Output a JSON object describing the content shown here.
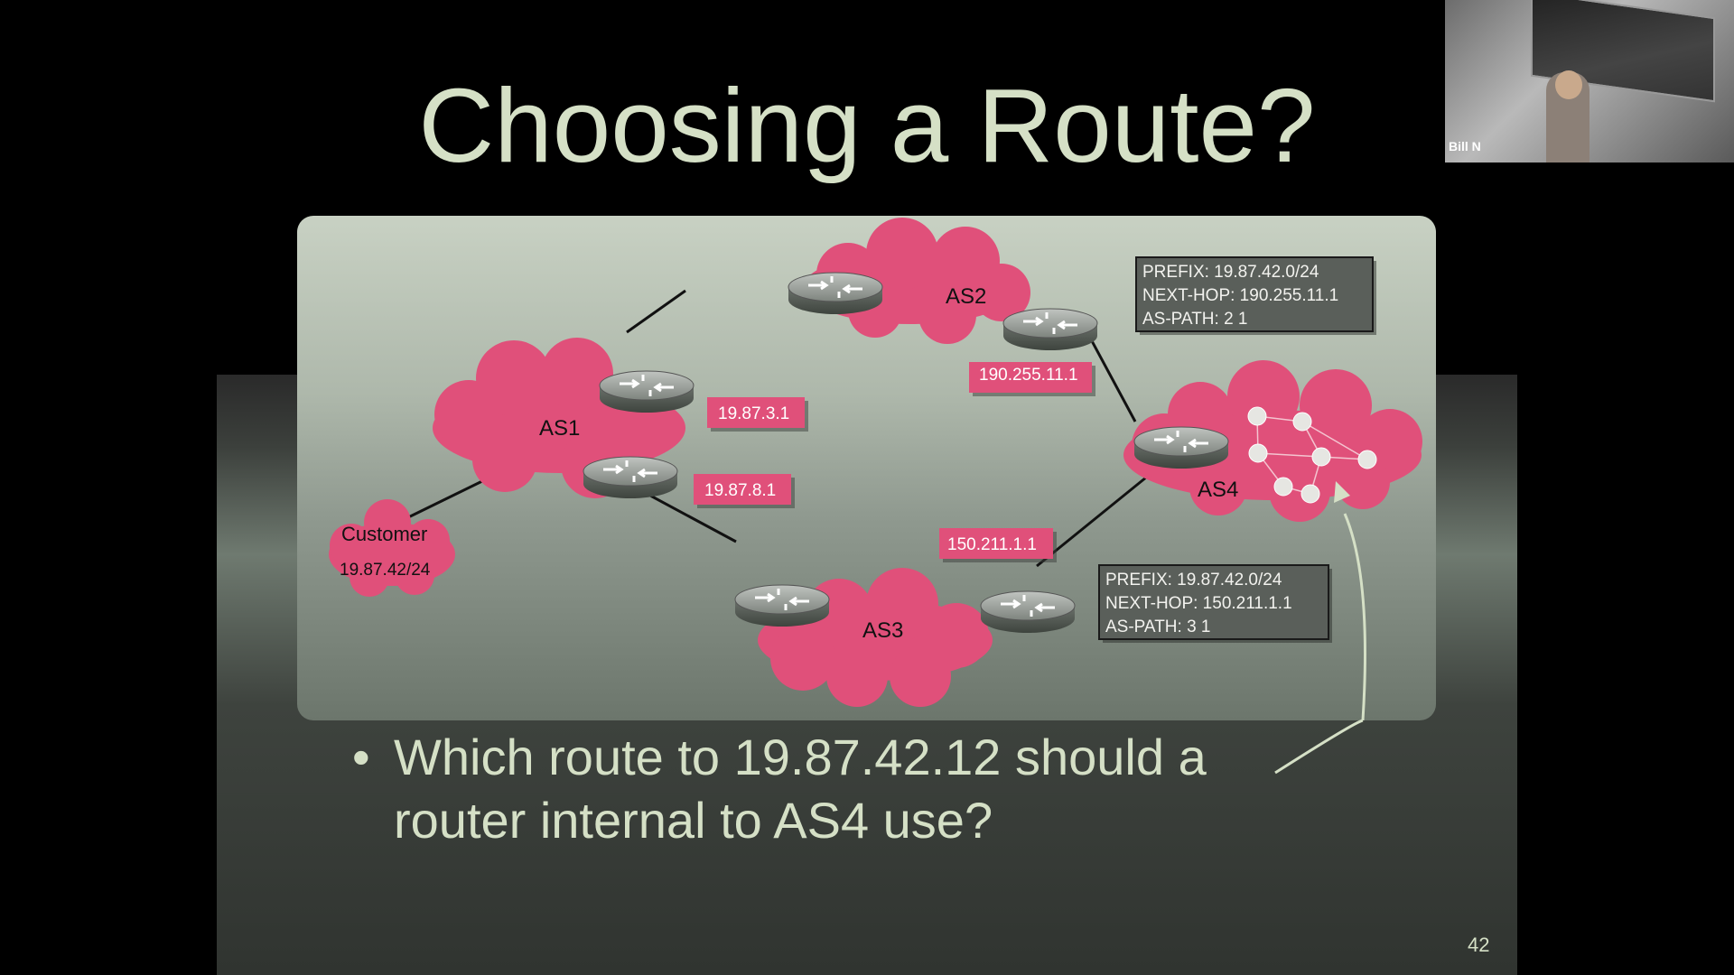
{
  "slide": {
    "title": "Choosing a Route?",
    "bullet": "Which route to 19.87.42.12 should a router internal to AS4 use?",
    "page_number": "42"
  },
  "webcam": {
    "presenter_name": "Bill N"
  },
  "diagram": {
    "clouds": {
      "as1": "AS1",
      "as2": "AS2",
      "as3": "AS3",
      "as4": "AS4",
      "customer": "Customer",
      "customer_prefix": "19.87.42/24"
    },
    "ip_labels": {
      "as1_upper": "19.87.3.1",
      "as1_lower": "19.87.8.1",
      "as2_right": "190.255.11.1",
      "as3_right": "150.211.1.1"
    },
    "route_as2": {
      "prefix": "PREFIX: 19.87.42.0/24",
      "next_hop": "NEXT-HOP: 190.255.11.1",
      "as_path": "AS-PATH: 2 1"
    },
    "route_as3": {
      "prefix": "PREFIX: 19.87.42.0/24",
      "next_hop": "NEXT-HOP: 150.211.1.1",
      "as_path": "AS-PATH: 3 1"
    }
  },
  "colors": {
    "cloud": "#e0507a",
    "title_text": "#d5e0c6",
    "label_box": "#e0507a",
    "route_box": "#5a5f5a"
  }
}
